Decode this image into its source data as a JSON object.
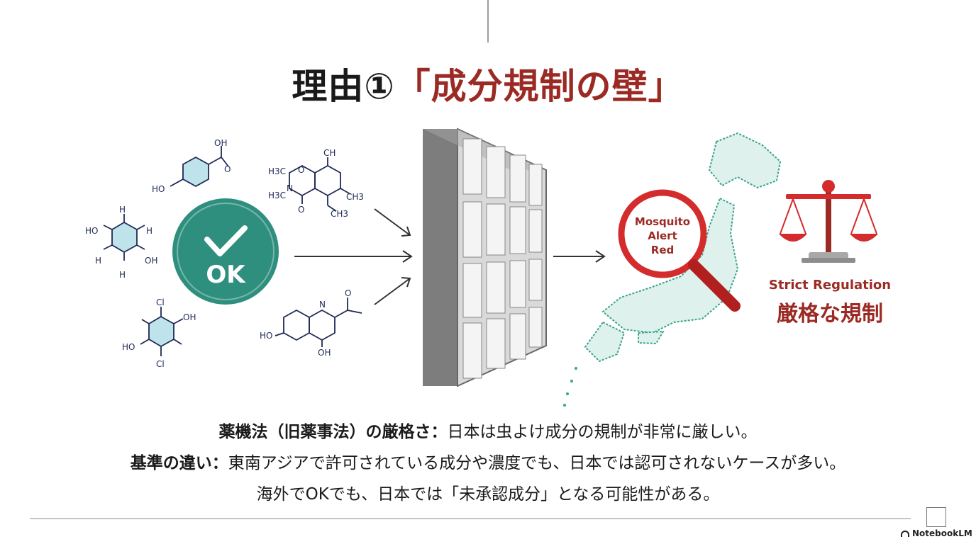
{
  "title": {
    "prefix": "理由①",
    "highlight": "「成分規制の壁」"
  },
  "ok_badge": {
    "label": "OK"
  },
  "molecules": {
    "top_left": {
      "oh_top": "OH",
      "o": "O",
      "ho": "HO"
    },
    "left": {
      "ho": "HO",
      "h1": "H",
      "h2": "H",
      "h3": "H",
      "h4": "H",
      "oh": "OH"
    },
    "bottom_left": {
      "cl1": "Cl",
      "oh": "OH",
      "ho": "HO",
      "cl2": "Cl"
    },
    "top_right": {
      "ch3a": "CH",
      "h3c1": "H3C",
      "o": "O",
      "h3c2": "H3C",
      "n": "N",
      "o2": "O",
      "ch3c": "CH3",
      "ch3b": "CH3"
    },
    "bottom_right": {
      "n": "N",
      "ho": "HO",
      "oh": "OH",
      "o": "O"
    }
  },
  "magnifier": {
    "line1": "Mosquito",
    "line2": "Alert",
    "line3": "Red"
  },
  "regulation": {
    "english": "Strict Regulation",
    "japanese": "厳格な規制"
  },
  "captions": [
    {
      "bold": "薬機法（旧薬事法）の厳格さ：",
      "text": "日本は虫よけ成分の規制が非常に厳しい。"
    },
    {
      "bold": "基準の違い：",
      "text": "東南アジアで許可されている成分や濃度でも、日本では認可されないケースが多い。"
    },
    {
      "bold": "",
      "text": "海外でOKでも、日本では「未承認成分」となる可能性がある。"
    }
  ],
  "brand": {
    "name": "NotebookLM"
  },
  "colors": {
    "accent_red": "#9b2a24",
    "ok_green": "#2f8f7e",
    "map_green": "#3aa38c"
  }
}
